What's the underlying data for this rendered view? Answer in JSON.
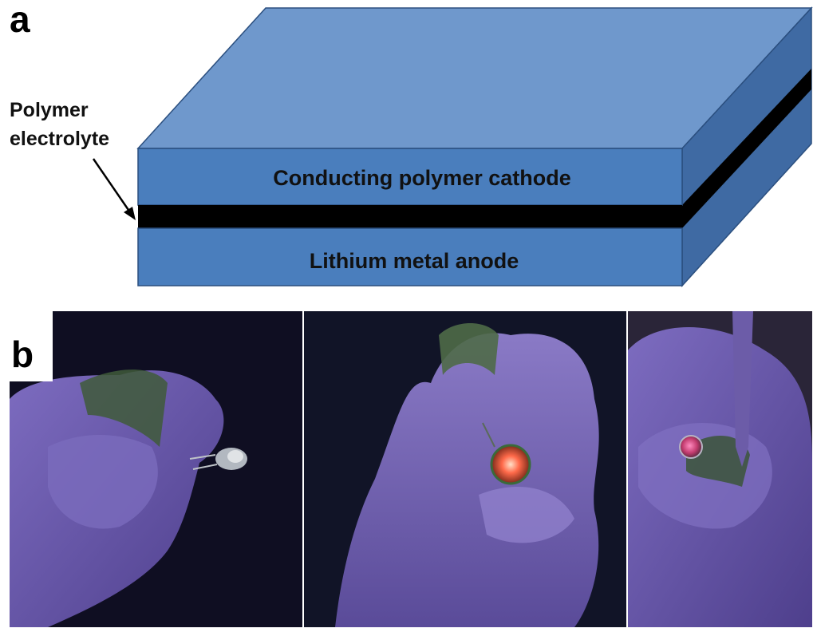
{
  "panel_a": {
    "letter": "a",
    "cathode_label": "Conducting polymer cathode",
    "anode_label": "Lithium metal anode",
    "electrolyte_label_line1": "Polymer",
    "electrolyte_label_line2": "electrolyte"
  },
  "panel_b": {
    "letter": "b"
  },
  "colors": {
    "top_face": "#6f98cc",
    "front_face": "#4a7ebd",
    "side_face": "#3f6aa3",
    "electrolyte": "#000000",
    "outline": "#2b4f7f",
    "glove": "#6a5aa8",
    "led_red": "#ff5a4a"
  }
}
